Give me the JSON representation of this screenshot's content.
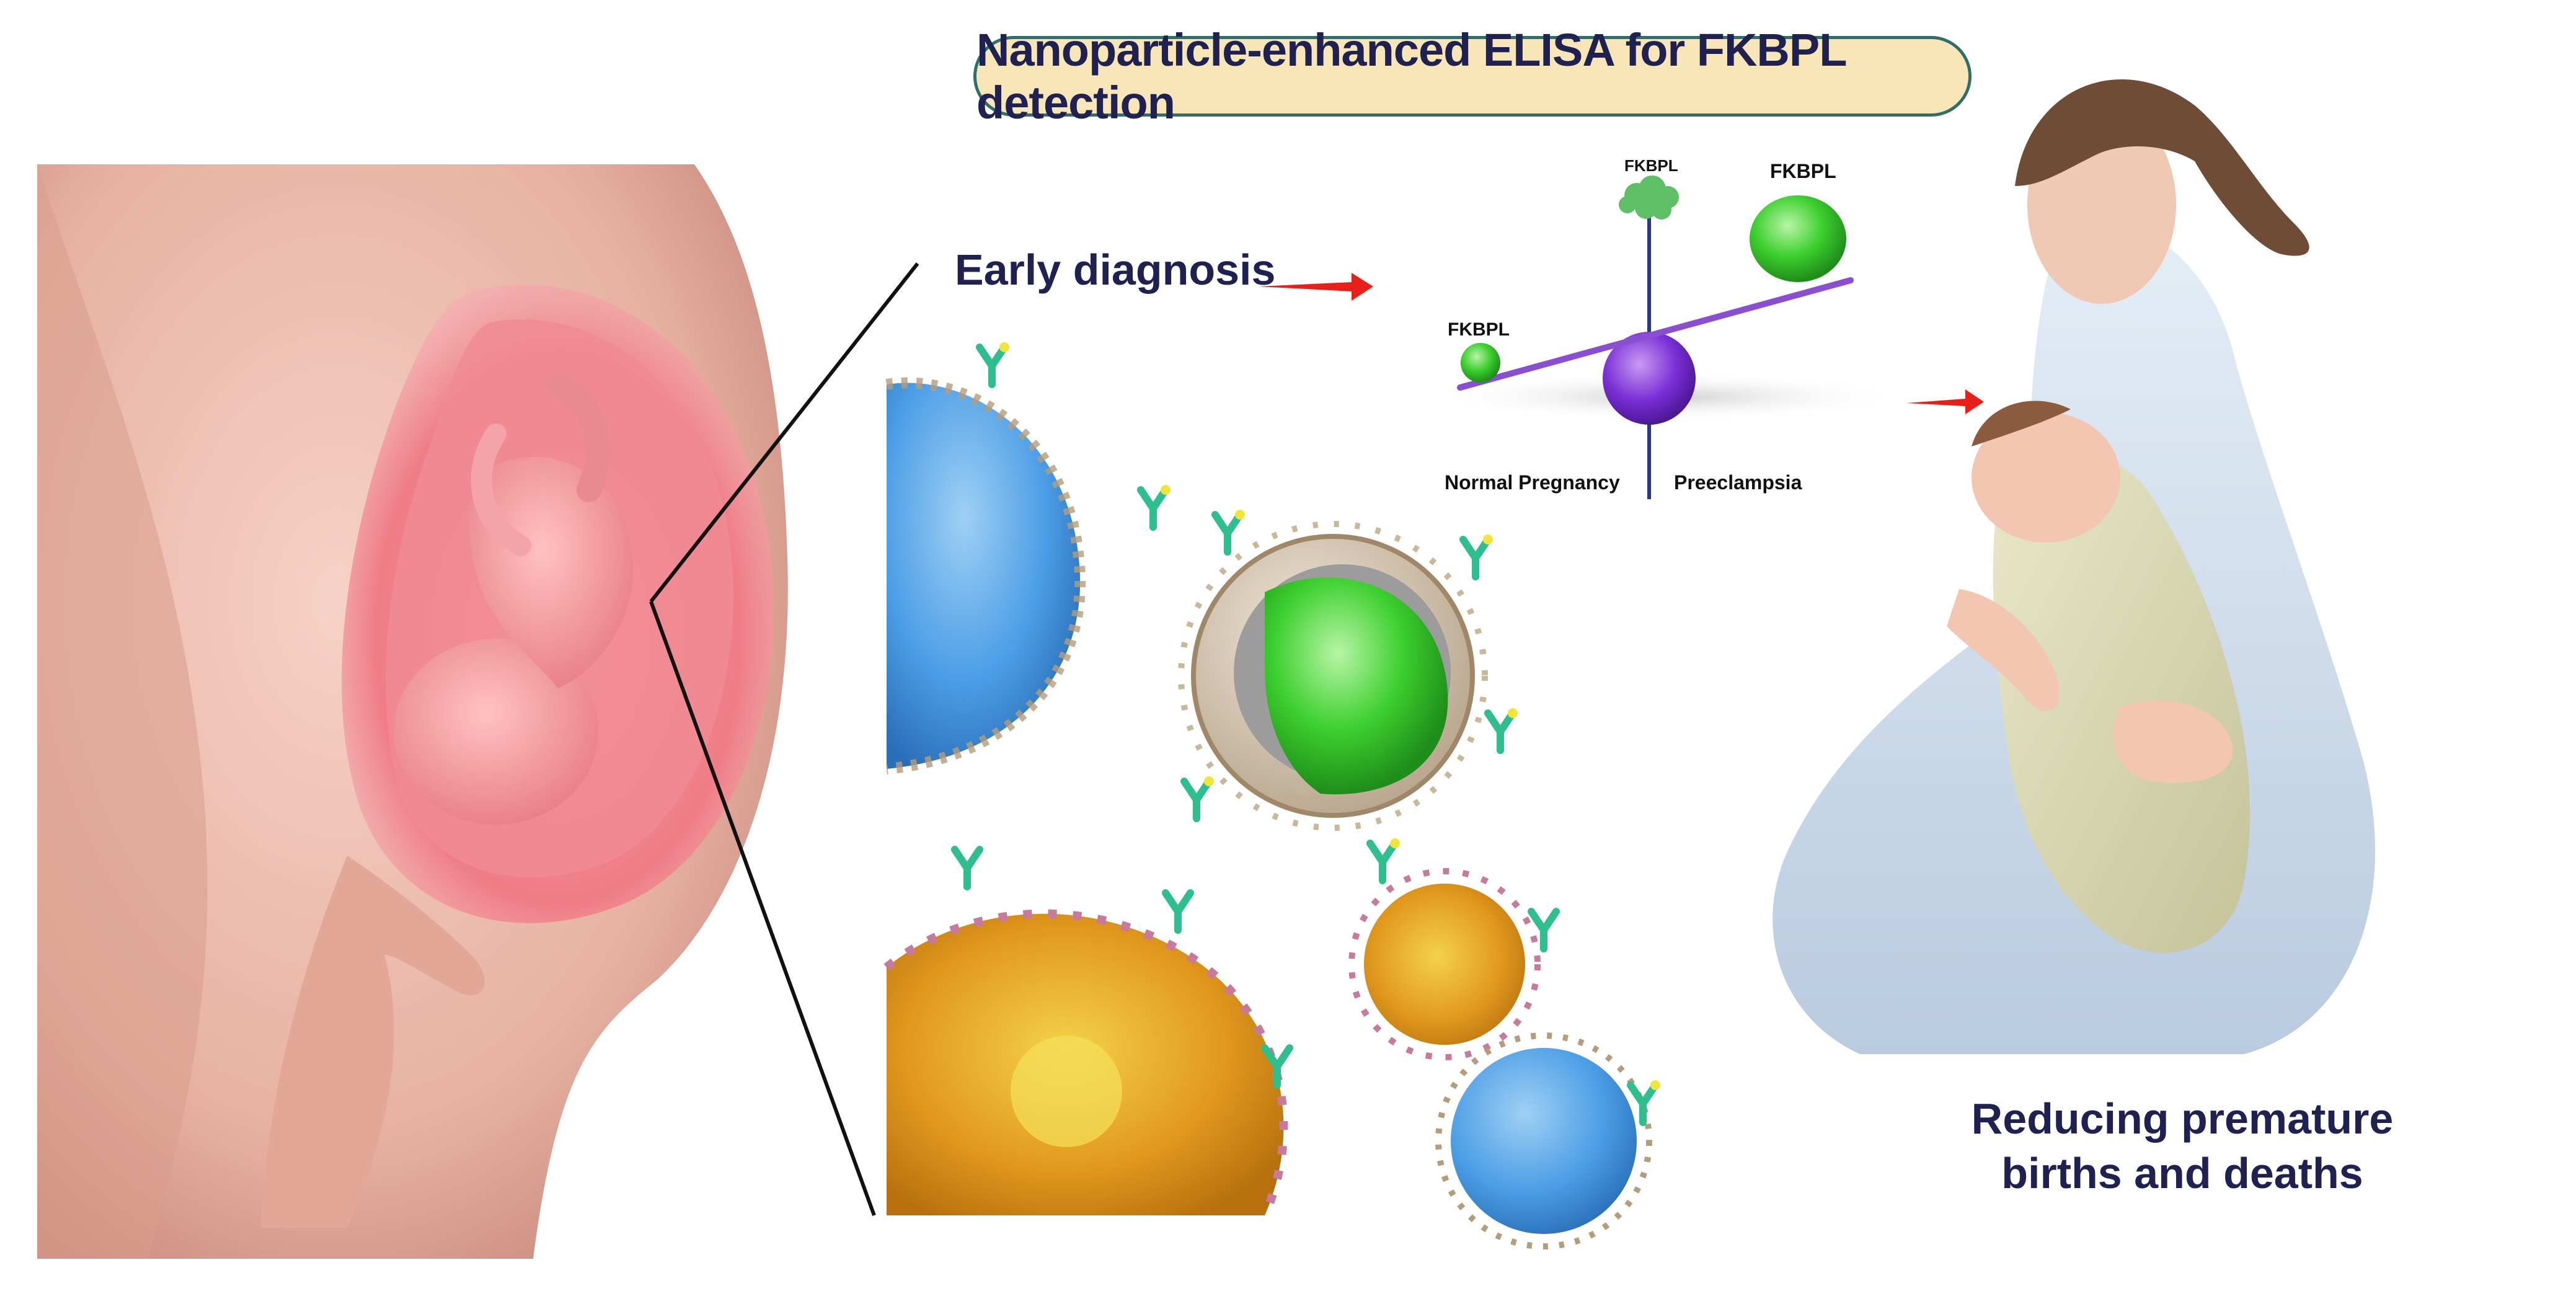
{
  "title": "Nanoparticle-enhanced ELISA for FKBPL detection",
  "early_diagnosis": "Early diagnosis",
  "balance": {
    "left_label": "FKBPL",
    "top_label": "FKBPL",
    "right_label": "FKBPL",
    "normal_label": "Normal Pregnancy",
    "preeclampsia_label": "Preeclampsia"
  },
  "outcome": {
    "line1": "Reducing premature",
    "line2": "births and deaths"
  },
  "colors": {
    "title_text": "#1f2250",
    "title_bg": "#f8e6b8",
    "title_border": "#2f6f6a",
    "arrow": "#e8201a",
    "beam": "#8a4fd0",
    "fulcrum": "#7a2fd6",
    "green_ball": "#3ccf2e"
  }
}
